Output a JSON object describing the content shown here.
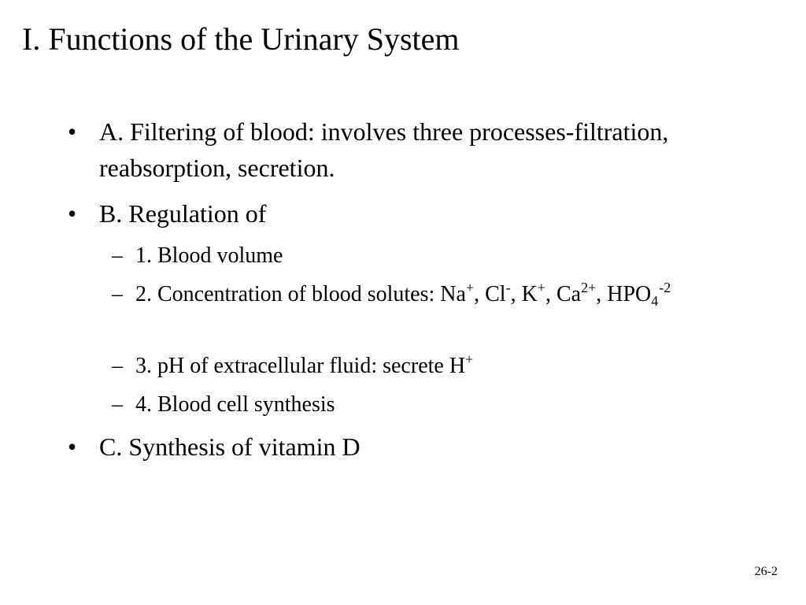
{
  "slide": {
    "title": "I.  Functions of the Urinary System",
    "bullet_symbol": "•",
    "dash_symbol": "–",
    "item_a": "A.  Filtering of blood: involves three processes-filtration, reabsorption, secretion.",
    "item_b": "B.  Regulation of",
    "sub1": "1.  Blood volume",
    "sub2": {
      "text": "2.  Concentration of blood solutes: Na",
      "na_charge": "+",
      "sep1": ", Cl",
      "cl_charge": "-",
      "sep2": ", K",
      "k_charge": "+",
      "sep3": ", Ca",
      "ca_charge": "2+",
      "sep4": ", HPO",
      "hpo_subscript": "4",
      "hpo_charge": "-2"
    },
    "sub3": {
      "text": "3.  pH of extracellular fluid: secrete H",
      "h_charge": "+"
    },
    "sub4": "4.  Blood cell synthesis",
    "item_c": "C.  Synthesis of vitamin D",
    "slide_number": "26-2"
  }
}
